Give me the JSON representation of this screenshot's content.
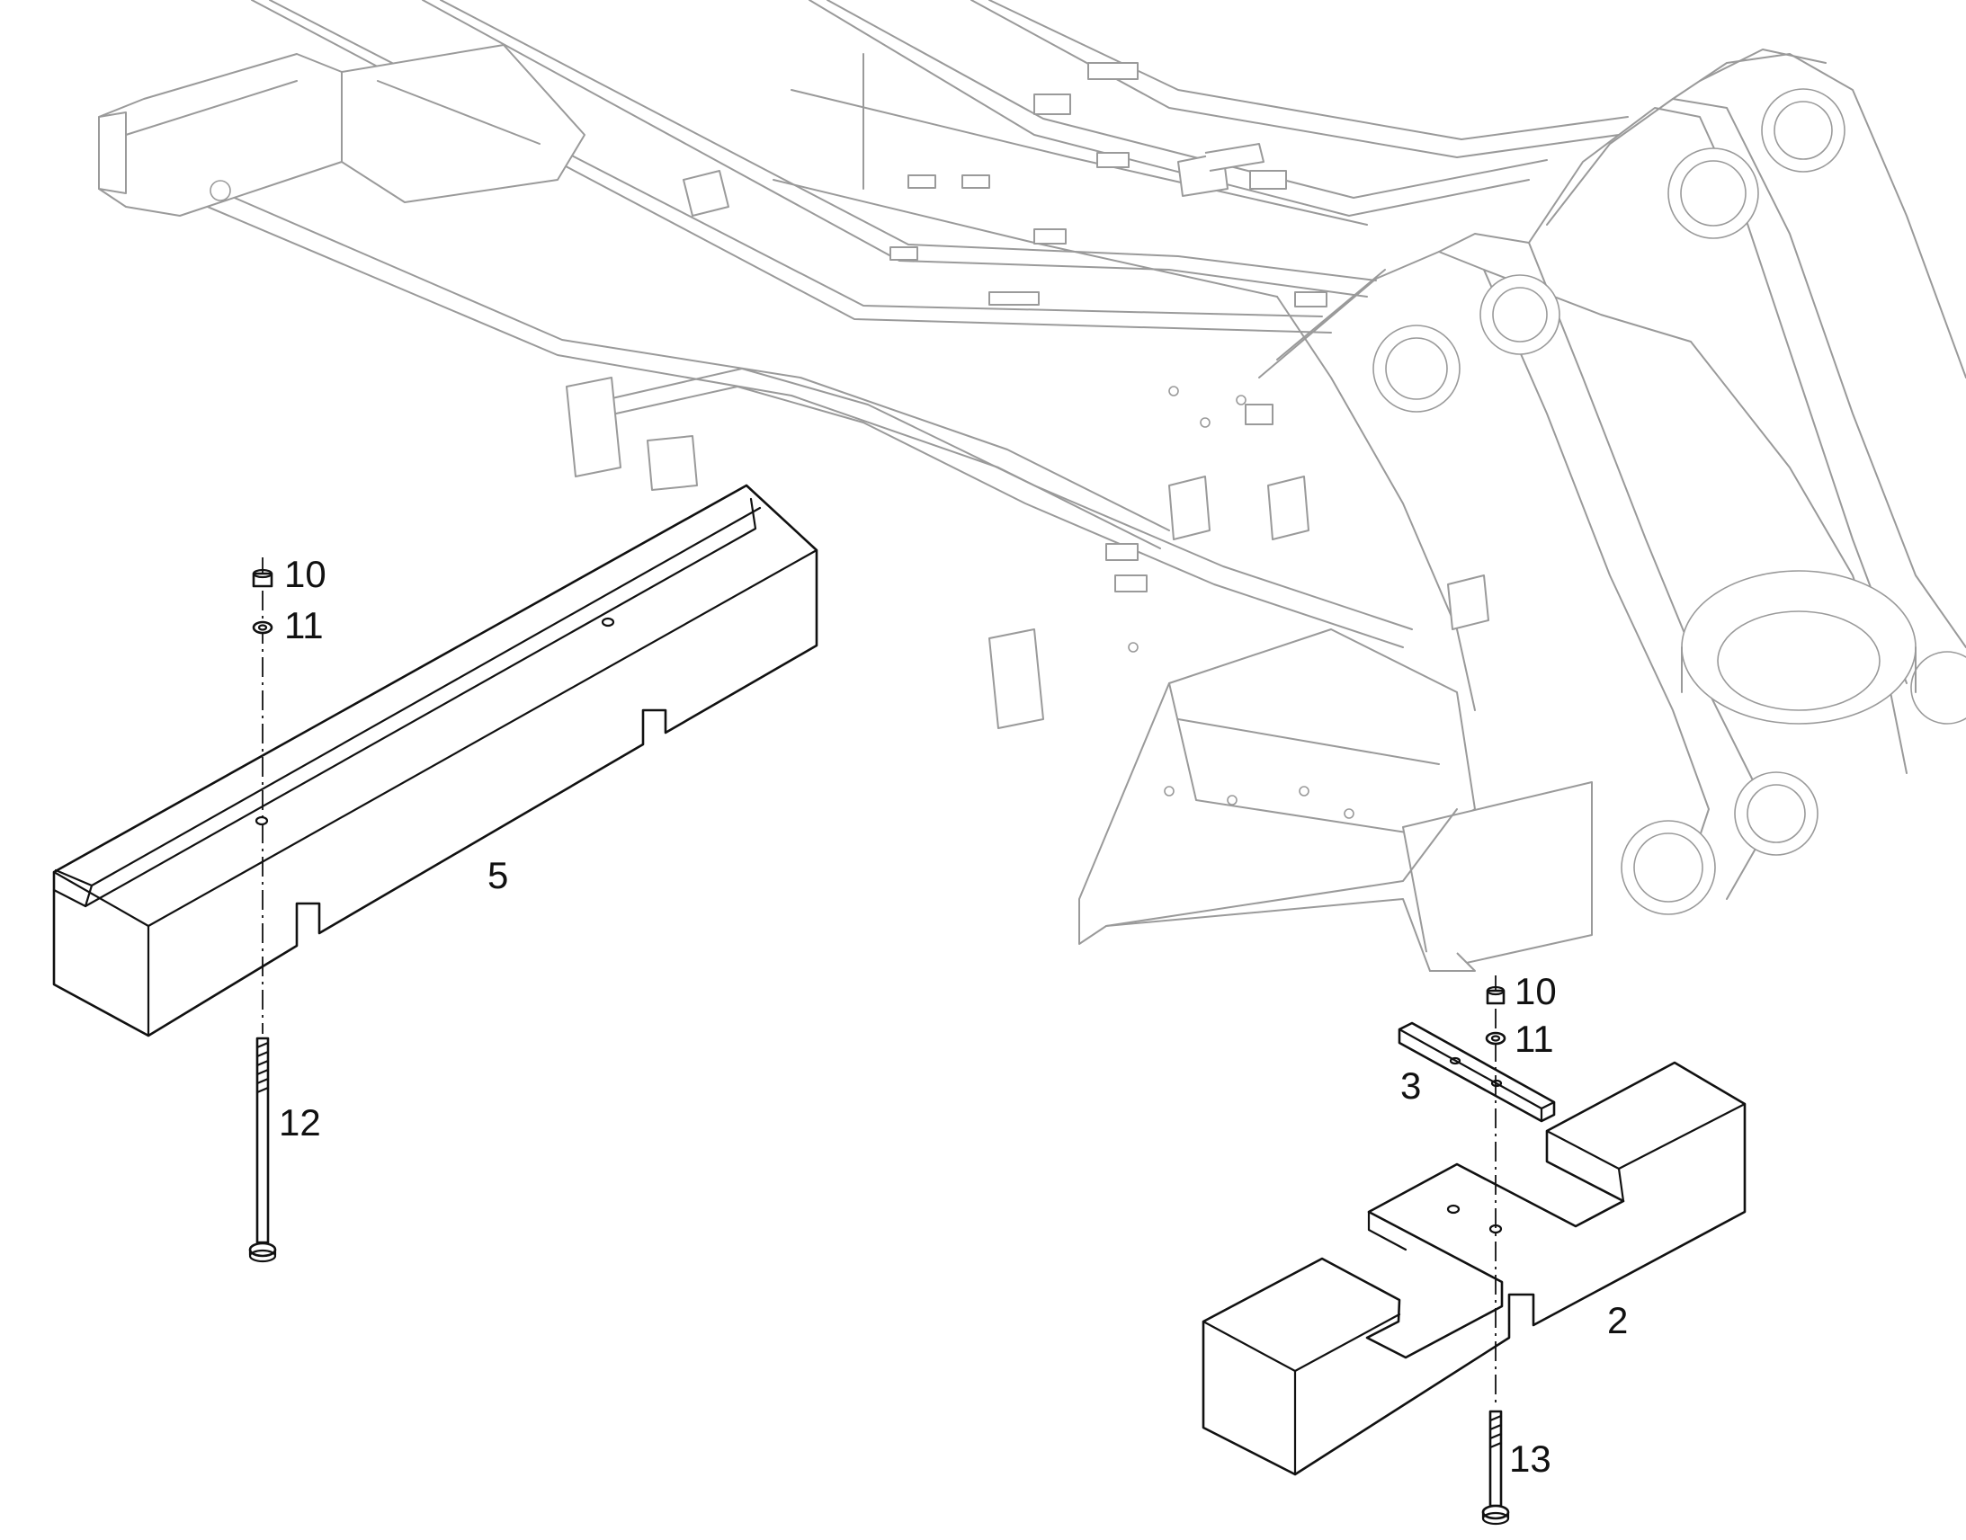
{
  "callouts": {
    "left_nut": "10",
    "left_washer": "11",
    "left_counterweight": "5",
    "left_bolt": "12",
    "right_nut": "10",
    "right_washer": "11",
    "right_plate": "3",
    "right_counterweight": "2",
    "right_bolt": "13"
  }
}
